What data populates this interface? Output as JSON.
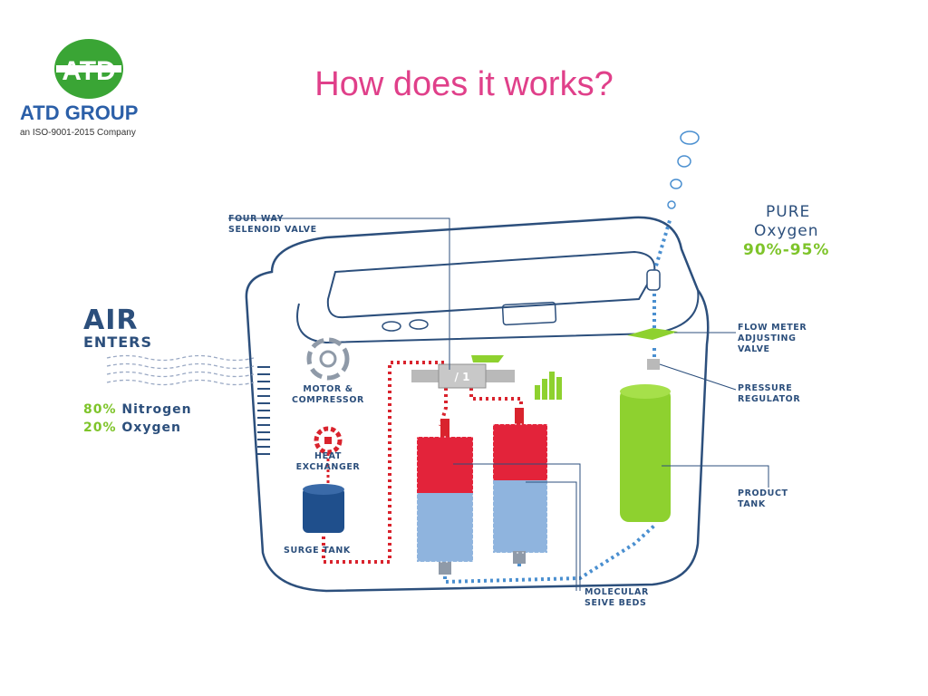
{
  "header": {
    "title": "How does it works?"
  },
  "logo": {
    "mark": "ATD",
    "brand": "ATD GROUP",
    "tagline": "an ISO-9001-2015 Company",
    "color": "#3aa535"
  },
  "diagram": {
    "air_title": "AIR",
    "air_subtitle": "ENTERS",
    "air_composition": [
      {
        "percent": "80%",
        "gas": "Nitrogen"
      },
      {
        "percent": "20%",
        "gas": "Oxygen"
      }
    ],
    "output_line1": "PURE",
    "output_line2": "Oxygen",
    "output_range": "90%-95%",
    "components": {
      "valve_line1": "FOUR WAY",
      "valve_line2": "SELENOID VALVE",
      "motor_line1": "MOTOR &",
      "motor_line2": "COMPRESSOR",
      "heat_line1": "HEAT",
      "heat_line2": "EXCHANGER",
      "surge": "SURGE TANK",
      "flow_line1": "FLOW METER",
      "flow_line2": "ADJUSTING",
      "flow_line3": "VALVE",
      "pressure_line1": "PRESSURE",
      "pressure_line2": "REGULATOR",
      "product_line1": "PRODUCT",
      "product_line2": "TANK",
      "sieve_line1": "MOLECULAR",
      "sieve_line2": "SEIVE BEDS"
    },
    "colors": {
      "outline": "#2c4f7c",
      "air_flow": "#d9232d",
      "oxygen_flow": "#4a8fd0",
      "product_tank": "#8ed12f",
      "surge_tank": "#1f4f8c",
      "nitrogen_text": "#7ec42a"
    }
  }
}
